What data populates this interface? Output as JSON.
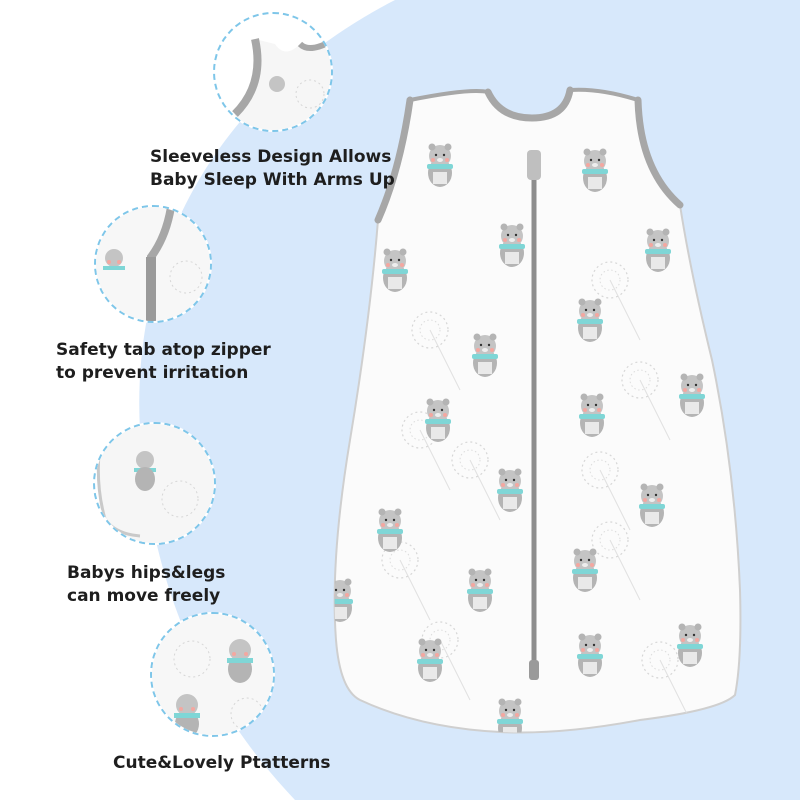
{
  "colors": {
    "background_blue": "#d7e8fb",
    "circle_border": "#7ec6e9",
    "fabric": "#fbfbfb",
    "trim_gray": "#a7a7a7",
    "bear_gray": "#b4b4b4",
    "scarf_teal": "#7fd6d6",
    "cheek_pink": "#f4a7a0",
    "caption_text": "#1e1e1e"
  },
  "callouts": [
    {
      "icon": "sleeve-detail-icon",
      "lines": [
        "Sleeveless Design Allows",
        "Baby Sleep With Arms Up"
      ]
    },
    {
      "icon": "zipper-detail-icon",
      "lines": [
        "Safety tab atop zipper",
        "to prevent irritation"
      ]
    },
    {
      "icon": "hem-detail-icon",
      "lines": [
        "Babys hips&legs",
        "can move freely"
      ]
    },
    {
      "icon": "pattern-detail-icon",
      "lines": [
        "Cute&Lovely Ptatterns"
      ]
    }
  ],
  "product": {
    "name_icon": "sleep-sack-image",
    "pattern": "bears-with-teal-scarves-and-dandelions"
  }
}
